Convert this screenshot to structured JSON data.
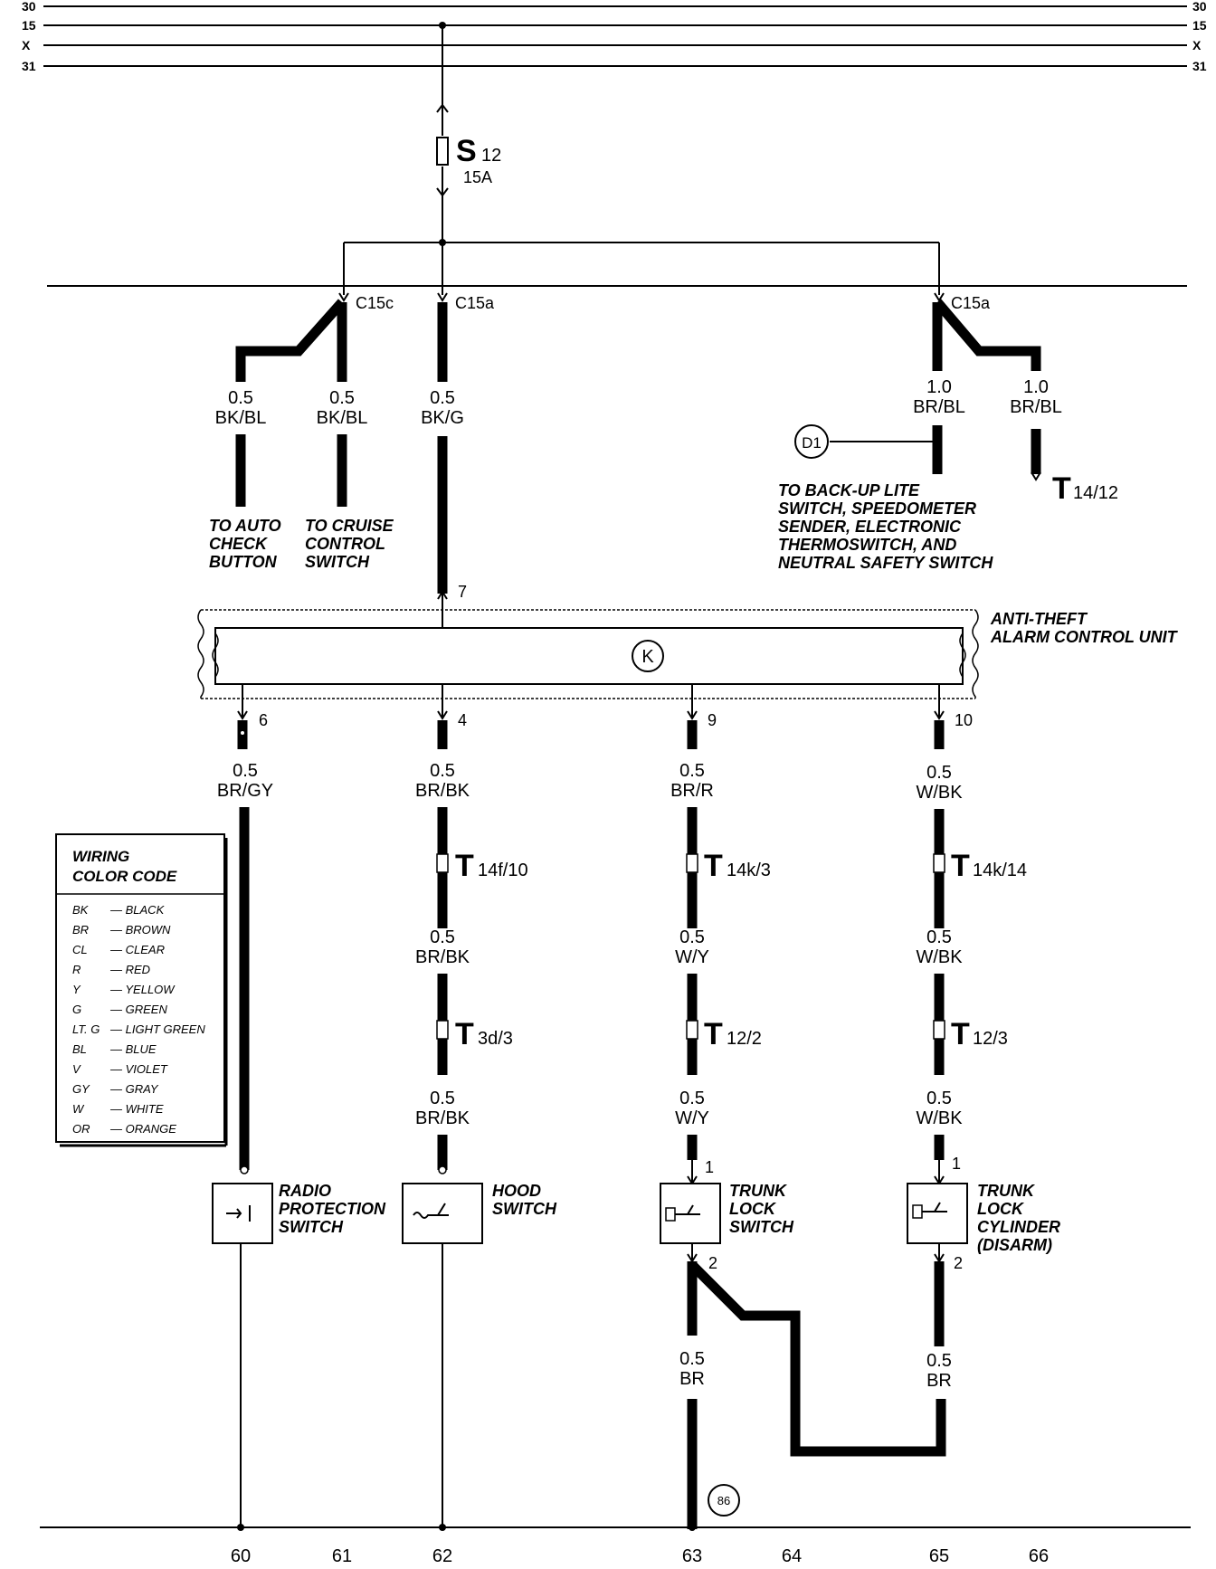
{
  "bus": {
    "left": [
      "30",
      "15",
      "X",
      "31"
    ],
    "right": [
      "30",
      "15",
      "X",
      "31"
    ]
  },
  "fuse": {
    "letter": "S",
    "sub": "12",
    "rating": "15A"
  },
  "connectors_top": {
    "c15c": "C15c",
    "c15a_left": "C15a",
    "c15a_right": "C15a"
  },
  "wires_top": {
    "auto_check": {
      "gauge": "0.5",
      "color": "BK/BL"
    },
    "cruise": {
      "gauge": "0.5",
      "color": "BK/BL"
    },
    "center": {
      "gauge": "0.5",
      "color": "BK/G"
    },
    "backup": {
      "gauge": "1.0",
      "color": "BR/BL"
    },
    "t14": {
      "gauge": "1.0",
      "color": "BR/BL"
    }
  },
  "destinations": {
    "auto_check": [
      "TO AUTO",
      "CHECK",
      "BUTTON"
    ],
    "cruise": [
      "TO CRUISE",
      "CONTROL",
      "SWITCH"
    ],
    "backup": [
      "TO BACK-UP LITE",
      "SWITCH, SPEEDOMETER",
      "SENDER,  ELECTRONIC",
      "THERMOSWITCH, AND",
      "NEUTRAL SAFETY SWITCH"
    ]
  },
  "ground_ref": {
    "d1": "D1",
    "g86": "86"
  },
  "t14_12": {
    "letter": "T",
    "sub": "14/12"
  },
  "control_unit": {
    "symbol": "K",
    "label": [
      "ANTI-THEFT",
      "ALARM CONTROL UNIT"
    ],
    "pin_in": "7",
    "pins_out": [
      "6",
      "4",
      "9",
      "10"
    ]
  },
  "col_60": {
    "gauge": "0.5",
    "color": "BR/GY"
  },
  "col_62": {
    "w1": {
      "gauge": "0.5",
      "color": "BR/BK"
    },
    "c1": {
      "letter": "T",
      "sub": "14f/10"
    },
    "w2": {
      "gauge": "0.5",
      "color": "BR/BK"
    },
    "c2": {
      "letter": "T",
      "sub": "3d/3"
    },
    "w3": {
      "gauge": "0.5",
      "color": "BR/BK"
    }
  },
  "col_63": {
    "w1": {
      "gauge": "0.5",
      "color": "BR/R"
    },
    "c1": {
      "letter": "T",
      "sub": "14k/3"
    },
    "w2": {
      "gauge": "0.5",
      "color": "W/Y"
    },
    "c2": {
      "letter": "T",
      "sub": "12/2"
    },
    "w3": {
      "gauge": "0.5",
      "color": "W/Y"
    },
    "pin1": "1",
    "pin2": "2",
    "w4": {
      "gauge": "0.5",
      "color": "BR"
    }
  },
  "col_65": {
    "w1": {
      "gauge": "0.5",
      "color": "W/BK"
    },
    "c1": {
      "letter": "T",
      "sub": "14k/14"
    },
    "w2": {
      "gauge": "0.5",
      "color": "W/BK"
    },
    "c2": {
      "letter": "T",
      "sub": "12/3"
    },
    "w3": {
      "gauge": "0.5",
      "color": "W/BK"
    },
    "pin1": "1",
    "pin2": "2",
    "w4": {
      "gauge": "0.5",
      "color": "BR"
    }
  },
  "components": {
    "radio": [
      "RADIO",
      "PROTECTION",
      "SWITCH"
    ],
    "hood": [
      "HOOD",
      "SWITCH"
    ],
    "trunk_switch": [
      "TRUNK",
      "LOCK",
      "SWITCH"
    ],
    "trunk_cyl": [
      "TRUNK",
      "LOCK",
      "CYLINDER",
      "(DISARM)"
    ]
  },
  "legend": {
    "title": [
      "WIRING",
      "COLOR CODE"
    ],
    "rows": [
      {
        "code": "BK",
        "name": "— BLACK"
      },
      {
        "code": "BR",
        "name": "— BROWN"
      },
      {
        "code": "CL",
        "name": "— CLEAR"
      },
      {
        "code": "R",
        "name": "— RED"
      },
      {
        "code": "Y",
        "name": "— YELLOW"
      },
      {
        "code": "G",
        "name": "— GREEN"
      },
      {
        "code": "LT. G",
        "name": "— LIGHT GREEN"
      },
      {
        "code": "BL",
        "name": "— BLUE"
      },
      {
        "code": "V",
        "name": "— VIOLET"
      },
      {
        "code": "GY",
        "name": "— GRAY"
      },
      {
        "code": "W",
        "name": "— WHITE"
      },
      {
        "code": "OR",
        "name": "— ORANGE"
      }
    ]
  },
  "grid_numbers": [
    "60",
    "61",
    "62",
    "63",
    "64",
    "65",
    "66"
  ]
}
